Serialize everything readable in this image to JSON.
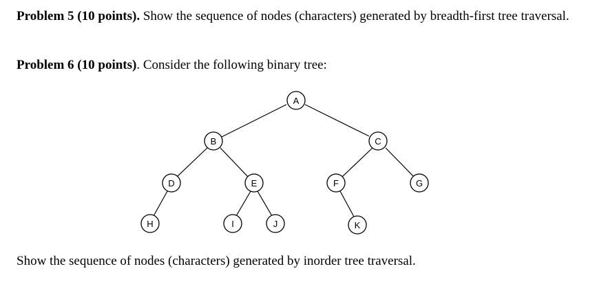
{
  "problem5": {
    "heading": "Problem 5 (10 points).",
    "text": "Show the sequence of nodes (characters) generated by breadth-first tree traversal."
  },
  "problem6": {
    "heading": "Problem 6 (10 points)",
    "text": ". Consider the following binary tree:",
    "question": "Show the sequence of nodes (characters) generated by inorder tree traversal."
  },
  "tree": {
    "nodes": {
      "A": "A",
      "B": "B",
      "C": "C",
      "D": "D",
      "E": "E",
      "F": "F",
      "G": "G",
      "H": "H",
      "I": "I",
      "J": "J",
      "K": "K"
    },
    "edges": [
      [
        "A",
        "B"
      ],
      [
        "A",
        "C"
      ],
      [
        "B",
        "D"
      ],
      [
        "B",
        "E"
      ],
      [
        "C",
        "F"
      ],
      [
        "C",
        "G"
      ],
      [
        "D",
        "H"
      ],
      [
        "E",
        "I"
      ],
      [
        "E",
        "J"
      ],
      [
        "F",
        "K"
      ]
    ]
  }
}
